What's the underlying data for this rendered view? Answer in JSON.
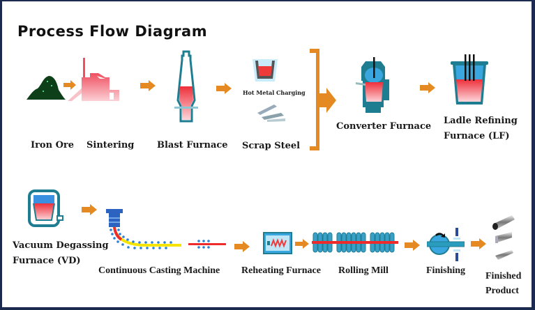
{
  "title": "Process Flow Diagram",
  "colors": {
    "border": "#1b2a4e",
    "arrow": "#e58a22",
    "molten": "#ef3a3a",
    "vessel": "#1f7d92",
    "water": "#3aa6e0",
    "ore": "#0d3f18",
    "yellow": "#f5e400"
  },
  "steps": {
    "iron_ore": "Iron Ore",
    "sintering": "Sintering",
    "blast_furnace": "Blast Furnace",
    "hot_metal_charging": "Hot Metal Charging",
    "scrap_steel": "Scrap Steel",
    "converter_furnace": "Converter Furnace",
    "ladle_refining_1": "Ladle Refining",
    "ladle_refining_2": "Furnace (LF)",
    "vacuum_degassing_1": "Vacuum Degassing",
    "vacuum_degassing_2": "Furnace (VD)",
    "continuous_casting": "Continuous Casting Machine",
    "reheating_furnace": "Reheating Furnace",
    "rolling_mill": "Rolling Mill",
    "finishing": "Finishing",
    "finished_product_1": "Finished",
    "finished_product_2": "Product"
  }
}
